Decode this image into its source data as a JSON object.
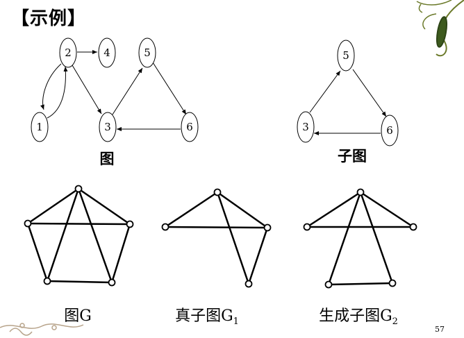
{
  "slide": {
    "title": "【示例】",
    "page_number": "57"
  },
  "graph_directed": {
    "caption": "图",
    "nodes": [
      {
        "id": "1",
        "label": "1"
      },
      {
        "id": "2",
        "label": "2"
      },
      {
        "id": "3",
        "label": "3"
      },
      {
        "id": "4",
        "label": "4"
      },
      {
        "id": "5",
        "label": "5"
      },
      {
        "id": "6",
        "label": "6"
      }
    ],
    "edges": [
      {
        "from": "2",
        "to": "4"
      },
      {
        "from": "2",
        "to": "1"
      },
      {
        "from": "1",
        "to": "2"
      },
      {
        "from": "2",
        "to": "3"
      },
      {
        "from": "3",
        "to": "5"
      },
      {
        "from": "5",
        "to": "6"
      },
      {
        "from": "6",
        "to": "3"
      }
    ]
  },
  "subgraph_directed": {
    "caption": "子图",
    "nodes": [
      {
        "id": "3",
        "label": "3"
      },
      {
        "id": "5",
        "label": "5"
      },
      {
        "id": "6",
        "label": "6"
      }
    ],
    "edges": [
      {
        "from": "3",
        "to": "5"
      },
      {
        "from": "5",
        "to": "6"
      },
      {
        "from": "6",
        "to": "3"
      }
    ]
  },
  "graph_G": {
    "caption": "图G",
    "edges": [
      [
        "top",
        "left"
      ],
      [
        "top",
        "right"
      ],
      [
        "top",
        "bl"
      ],
      [
        "top",
        "br"
      ],
      [
        "left",
        "right"
      ],
      [
        "left",
        "bl"
      ],
      [
        "right",
        "br"
      ],
      [
        "bl",
        "br"
      ]
    ]
  },
  "graph_G1": {
    "caption_main": "真子图G",
    "caption_sub": "1",
    "edges": [
      [
        "top",
        "left"
      ],
      [
        "top",
        "right"
      ],
      [
        "top",
        "b"
      ],
      [
        "left",
        "right"
      ],
      [
        "right",
        "b"
      ]
    ]
  },
  "graph_G2": {
    "caption_main": "生成子图G",
    "caption_sub": "2",
    "edges": [
      [
        "top",
        "left"
      ],
      [
        "top",
        "right"
      ],
      [
        "top",
        "bl"
      ],
      [
        "top",
        "br"
      ],
      [
        "left",
        "right"
      ],
      [
        "bl",
        "br"
      ]
    ]
  },
  "decorations": {
    "vine_top_right": "vine-ornament",
    "vine_bottom_left": "swirl-ornament"
  }
}
